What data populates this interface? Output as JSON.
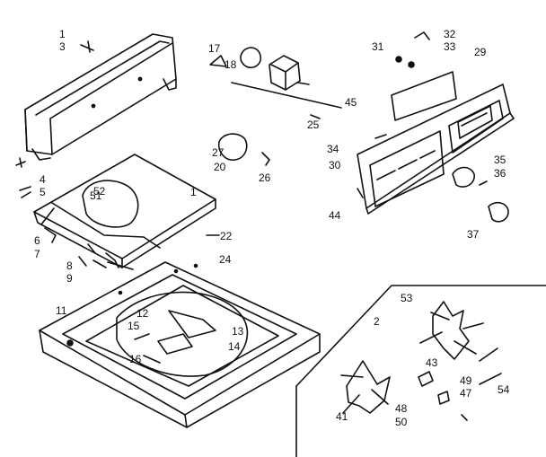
{
  "colors": {
    "ink": "#111111",
    "paper": "#ffffff"
  },
  "callouts": {
    "c1": "1",
    "c3": "3",
    "c4": "4",
    "c5": "5",
    "c6": "6",
    "c7": "7",
    "c8": "8",
    "c9": "9",
    "c11": "11",
    "c12": "12",
    "c13": "13",
    "c14": "14",
    "c15": "15",
    "c16": "16",
    "c17": "17",
    "c18": "18",
    "c20": "20",
    "c22": "22",
    "c24": "24",
    "c25": "25",
    "c26": "26",
    "c27": "27",
    "c29": "29",
    "c30": "30",
    "c31": "31",
    "c32": "32",
    "c33": "33",
    "c34": "34",
    "c35": "35",
    "c36": "36",
    "c37": "37",
    "c41": "41",
    "c43": "43",
    "c44": "44",
    "c45": "45",
    "c47": "47",
    "c48": "48",
    "c49": "49",
    "c50": "50",
    "c51": "51",
    "c52": "52",
    "c53": "53",
    "c54": "54",
    "c1b": "1",
    "c2b": "2"
  }
}
